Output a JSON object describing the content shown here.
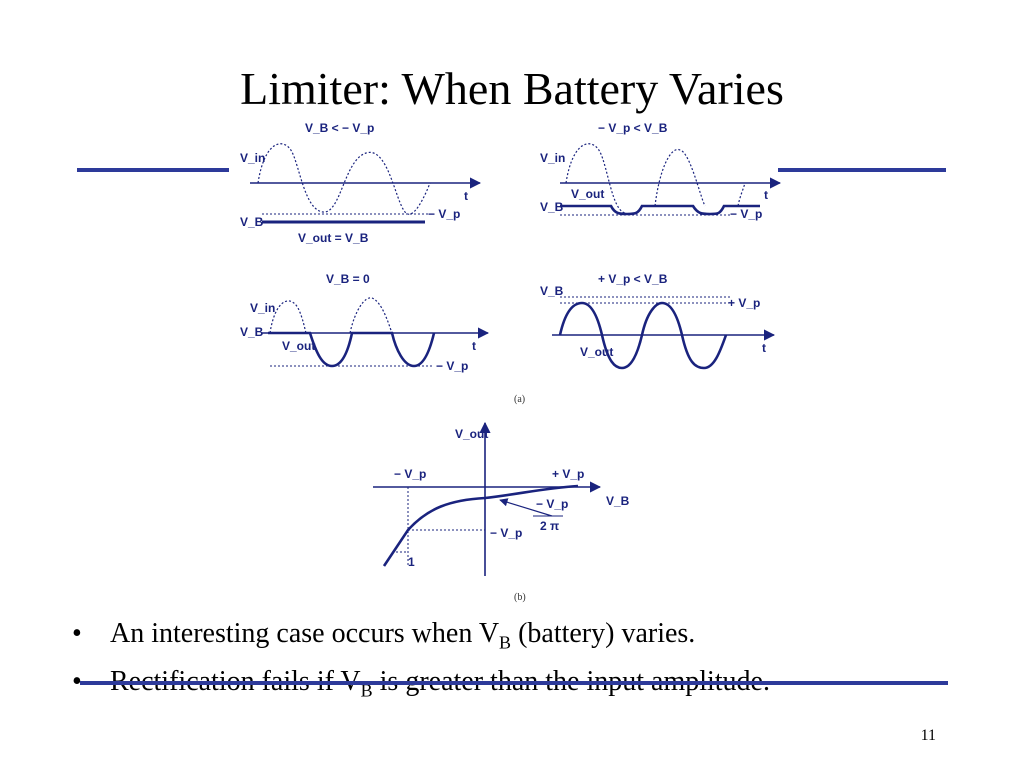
{
  "slide": {
    "title": "Limiter:  When Battery Varies",
    "page_number": "11",
    "accent_color": "#2d3a9a",
    "diagram_color": "#1a237e"
  },
  "diagram": {
    "panel_a": {
      "caption": "(a)",
      "case1": {
        "condition": "V_B < − V_p",
        "vin": "V_in",
        "vb": "V_B",
        "t": "t",
        "vp": "− V_p",
        "vout": "V_out = V_B"
      },
      "case2": {
        "condition": "− V_p < V_B",
        "vin": "V_in",
        "vout": "V_out",
        "vb": "V_B",
        "t": "t",
        "vp": "− V_p"
      },
      "case3": {
        "condition": "V_B = 0",
        "vin": "V_in",
        "vb": "V_B",
        "vout": "V_out",
        "t": "t",
        "vp": "− V_p"
      },
      "case4": {
        "condition": "+ V_p < V_B",
        "vb": "V_B",
        "vp": "+ V_p",
        "vout": "V_out",
        "t": "t"
      }
    },
    "panel_b": {
      "caption": "(b)",
      "y_axis": "V_out",
      "x_axis": "V_B",
      "neg_vp_top": "− V_p",
      "pos_vp": "+ V_p",
      "neg_vp_mid": "− V_p",
      "slope_label_num": "− V_p",
      "slope_label_den": "2 π",
      "slope_one": "1"
    }
  },
  "bullets": [
    {
      "pre": "An interesting case occurs when V",
      "sub": "B",
      "post": " (battery) varies."
    },
    {
      "pre": "Rectification fails if V",
      "sub": "B",
      "post": " is greater than the input amplitude."
    }
  ]
}
